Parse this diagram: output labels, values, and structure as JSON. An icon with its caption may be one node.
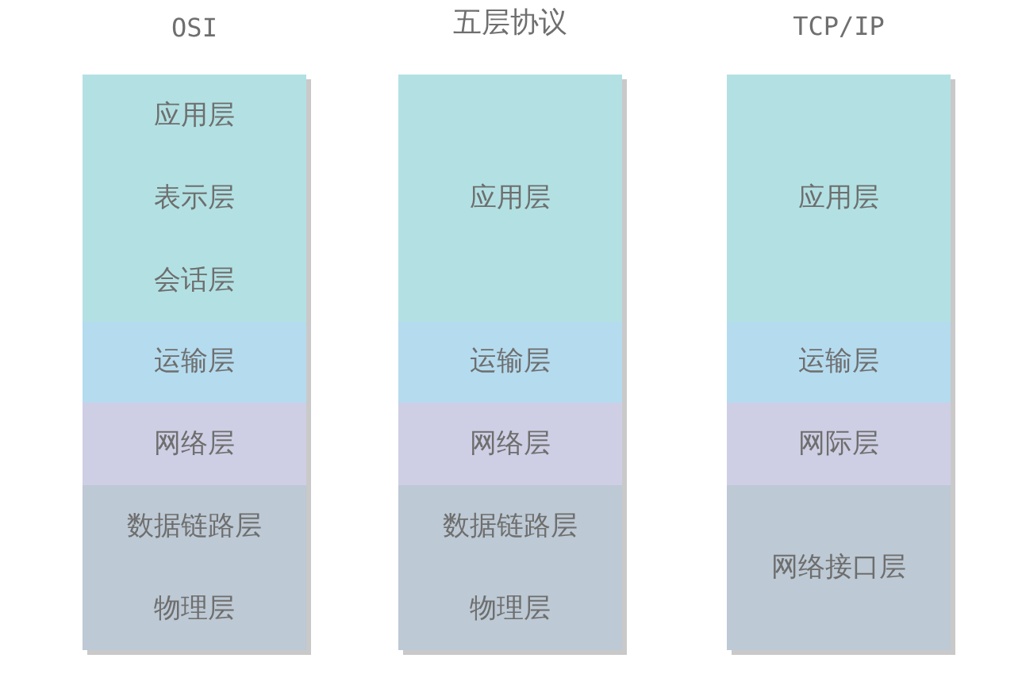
{
  "diagram": {
    "nodes": [
      {
        "text": [
          "OSI"
        ]
      },
      {
        "text": [
          "应用层"
        ],
        "in": 0
      },
      {
        "text": [
          "表示层"
        ],
        "in": 0
      },
      {
        "text": [
          "会话层"
        ],
        "in": 0
      },
      {
        "text": [
          "运输层"
        ],
        "in": 0
      },
      {
        "text": [
          "网络层"
        ],
        "in": 0
      },
      {
        "text": [
          "数据链路层"
        ],
        "in": 0
      },
      {
        "text": [
          "物理层"
        ],
        "in": 0
      },
      {
        "text": [
          "五层协议"
        ]
      },
      {
        "text": [
          "应用层"
        ],
        "in": 8
      },
      {
        "text": [
          "运输层"
        ],
        "in": 8
      },
      {
        "text": [
          "网络层"
        ],
        "in": 8
      },
      {
        "text": [
          "数据链路层"
        ],
        "in": 8
      },
      {
        "text": [
          "物理层"
        ],
        "in": 8
      },
      {
        "text": [
          "TCP/IP"
        ]
      },
      {
        "text": [
          "应用层"
        ],
        "in": 14
      },
      {
        "text": [
          "运输层"
        ],
        "in": 14
      },
      {
        "text": [
          "网际层"
        ],
        "in": 14
      },
      {
        "text": [
          "网络接口层"
        ],
        "in": 14
      }
    ]
  }
}
